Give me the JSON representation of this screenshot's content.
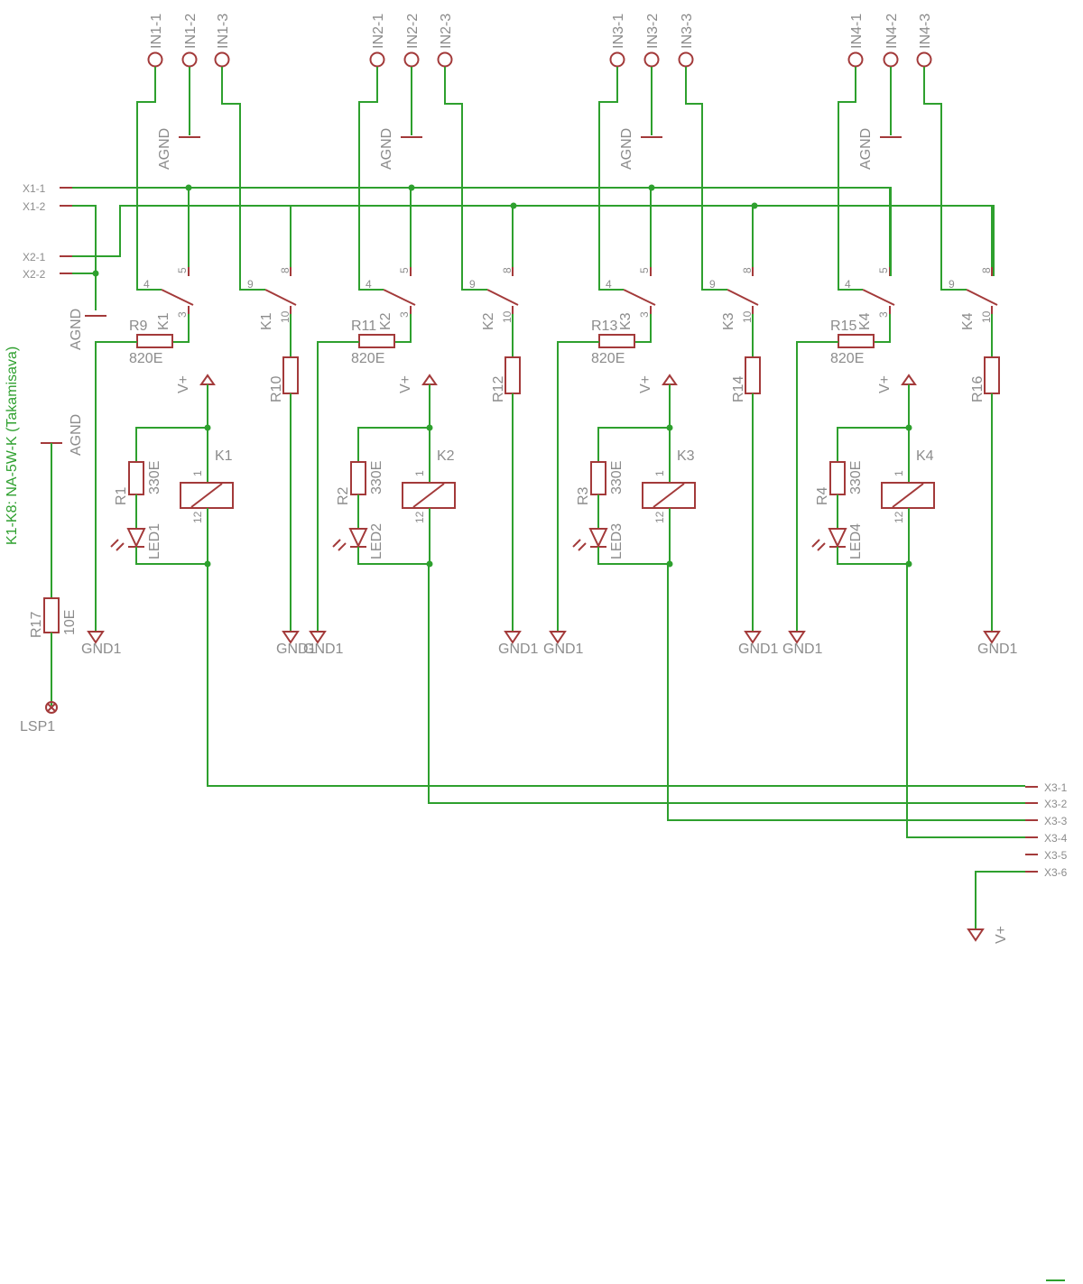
{
  "note": "K1-K8: NA-5W-K (Takamisava)",
  "colors": {
    "wire": "#2ea02e",
    "component": "#a33a3a",
    "label": "#8c8c8c",
    "background": "#ffffff"
  },
  "common_labels": {
    "agnd": "AGND",
    "gnd": "GND1",
    "vplus": "V+",
    "r_led": "330E",
    "r_pull": "820E"
  },
  "input_connectors": [
    [
      "IN1-1",
      "IN1-2",
      "IN1-3"
    ],
    [
      "IN2-1",
      "IN2-2",
      "IN2-3"
    ],
    [
      "IN3-1",
      "IN3-2",
      "IN3-3"
    ],
    [
      "IN4-1",
      "IN4-2",
      "IN4-3"
    ]
  ],
  "left_connectors": [
    "X1-1",
    "X1-2",
    "X2-1",
    "X2-2"
  ],
  "right_connectors": [
    "X3-1",
    "X3-2",
    "X3-3",
    "X3-4",
    "X3-5",
    "X3-6"
  ],
  "relay_units": [
    {
      "relay": "K1",
      "pins": [
        "4",
        "5",
        "3",
        "9",
        "8",
        "10",
        "1",
        "12"
      ],
      "r_series": "R9",
      "r_shunt": "R10",
      "r_led": "R1",
      "led": "LED1"
    },
    {
      "relay": "K2",
      "pins": [
        "4",
        "5",
        "3",
        "9",
        "8",
        "10",
        "1",
        "12"
      ],
      "r_series": "R11",
      "r_shunt": "R12",
      "r_led": "R2",
      "led": "LED2"
    },
    {
      "relay": "K3",
      "pins": [
        "4",
        "5",
        "3",
        "9",
        "8",
        "10",
        "1",
        "12"
      ],
      "r_series": "R13",
      "r_shunt": "R14",
      "r_led": "R3",
      "led": "LED3"
    },
    {
      "relay": "K4",
      "pins": [
        "4",
        "5",
        "3",
        "9",
        "8",
        "10",
        "1",
        "12"
      ],
      "r_series": "R15",
      "r_shunt": "R16",
      "r_led": "R4",
      "led": "LED4"
    }
  ],
  "extra": {
    "r17": "R17",
    "r17_value": "10E",
    "lsp": "LSP1"
  }
}
